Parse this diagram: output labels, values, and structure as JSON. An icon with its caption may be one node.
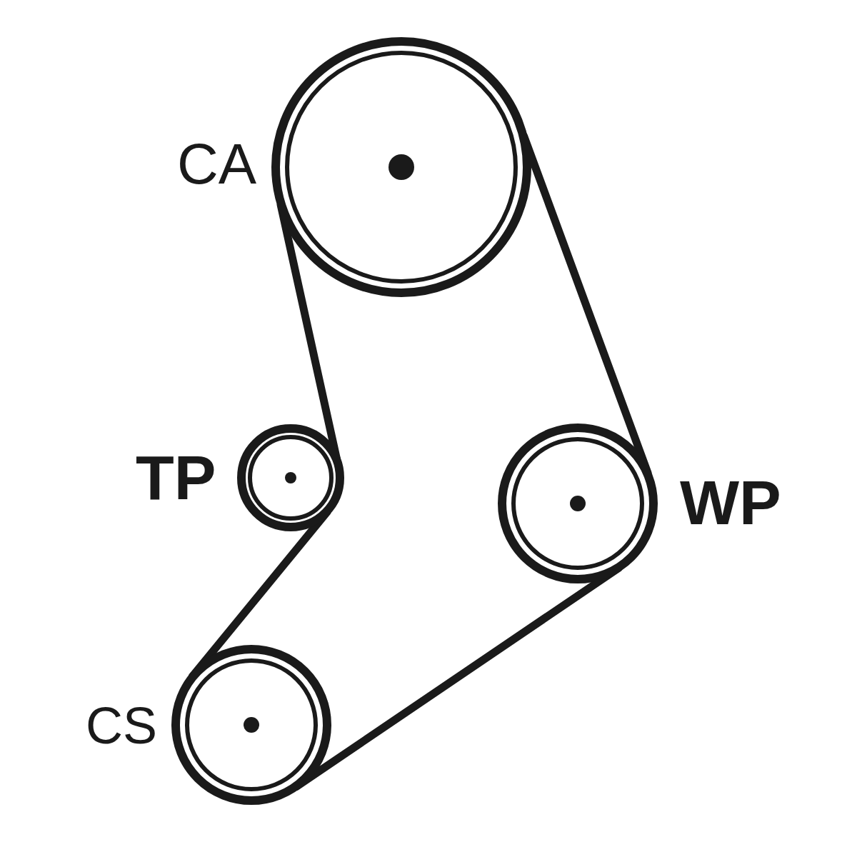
{
  "diagram": {
    "nodes": [
      {
        "text": [
          "CA"
        ]
      },
      {
        "text": [
          "TP"
        ]
      },
      {
        "text": [
          "WP"
        ]
      },
      {
        "text": [
          "CS"
        ]
      }
    ],
    "edges": [
      {
        "from": 0,
        "to": 2,
        "arrow": "none"
      },
      {
        "from": 2,
        "to": 3,
        "arrow": "none"
      },
      {
        "from": 3,
        "to": 1,
        "arrow": "none"
      },
      {
        "from": 1,
        "to": 0,
        "arrow": "none"
      }
    ]
  }
}
